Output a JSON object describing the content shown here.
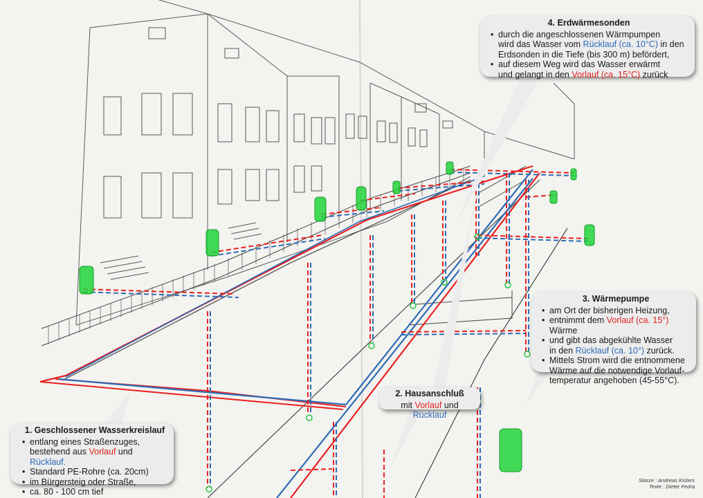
{
  "bubbles": {
    "b4": {
      "title": "4. Erdwärmesonden",
      "l1": "durch die angeschlossenen Wärmpumpen",
      "l2a": "wird das Wasser vom ",
      "l2b": "Rücklauf (ca. 10°C)",
      "l2c": " in den",
      "l3": "Erdsonden in die Tiefe (bis 300 m) befördert,",
      "l4": "auf diesem Weg wird das Wasser erwärmt",
      "l5a": "und gelangt in den ",
      "l5b": "Vorlauf (ca. 15°C)",
      "l5c": " zurück"
    },
    "b3": {
      "title": "3. Wärmepumpe",
      "l1": "am Ort der bisherigen Heizung,",
      "l2a": "entnimmt dem ",
      "l2b": "Vorlauf (ca. 15°)",
      "l2c": " Wärme",
      "l3": "und gibt das abgekühlte Wasser",
      "l4a": "in den ",
      "l4b": "Rücklauf (ca. 10°)",
      "l4c": " zurück.",
      "l5": "Mittels Strom wird die entnommene",
      "l6": "Wärme auf die notwendige Vorlauf-",
      "l7": "temperatur angehoben (45-55°C)."
    },
    "b2": {
      "title": "2. Hausanschluß",
      "la": "mit ",
      "lb": "Vorlauf",
      "lc": " und ",
      "ld": "Rücklauf"
    },
    "b1": {
      "title": "1. Geschlossener Wasserkreislauf",
      "l1": "entlang eines Straßenzuges,",
      "l2a": "bestehend aus ",
      "l2b": "Vorlauf",
      "l2c": " und ",
      "l2d": "Rücklauf.",
      "l3": "Standard PE-Rohre (ca. 20cm)",
      "l4": "im Bürgersteig oder Straße,",
      "l5": "ca. 80 - 100 cm tief"
    }
  },
  "credits": {
    "l1": "Skizze : Andreas Kisters",
    "l2": "Texte : Dieter Fedra"
  },
  "colors": {
    "vorlauf": "#e82020",
    "ruecklauf": "#2e6bb5",
    "heatpump": "#21d33a",
    "sketch": "#555555"
  }
}
